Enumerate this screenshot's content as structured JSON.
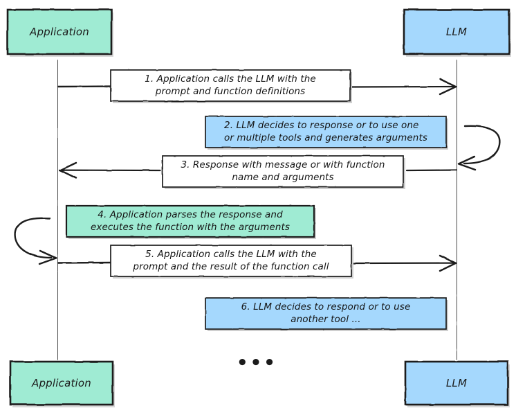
{
  "diagram": {
    "type": "sequence-diagram",
    "title_present": false,
    "style": "hand-drawn",
    "background": "#ffffff",
    "colors": {
      "application_fill": "#9FEBD3",
      "llm_fill": "#A5D8FD",
      "plain_fill": "#FFFFFF",
      "stroke": "#1b1b1b",
      "text": "#141414"
    },
    "participants": [
      {
        "id": "application-top",
        "label": "Application",
        "role": "application",
        "position": "top-left",
        "fill": "#9FEBD3"
      },
      {
        "id": "llm-top",
        "label": "LLM",
        "role": "llm",
        "position": "top-right",
        "fill": "#A5D8FD"
      },
      {
        "id": "application-bottom",
        "label": "Application",
        "role": "application",
        "position": "bottom-left",
        "fill": "#9FEBD3"
      },
      {
        "id": "llm-bottom",
        "label": "LLM",
        "role": "llm",
        "position": "bottom-right",
        "fill": "#A5D8FD"
      }
    ],
    "steps": [
      {
        "number": "1",
        "text": "1. Application calls the LLM with the prompt and function definitions",
        "line1": "1. Application calls the LLM with the",
        "line2": "prompt and function definitions",
        "fill": "#FFFFFF",
        "direction": "application-to-llm",
        "arrow": "right"
      },
      {
        "number": "2",
        "text": "2. LLM decides to response or to use one or multiple tools and generates arguments",
        "line1": "2. LLM decides to response or to use one",
        "line2": "or multiple tools and generates arguments",
        "fill": "#A5D8FD",
        "direction": "llm-self",
        "arrow": "self-loop-right"
      },
      {
        "number": "3",
        "text": "3. Response with message or with function name and arguments",
        "line1": "3. Response with message or with function",
        "line2": "name and arguments",
        "fill": "#FFFFFF",
        "direction": "llm-to-application",
        "arrow": "left"
      },
      {
        "number": "4",
        "text": "4. Application parses the response and executes the function with the arguments",
        "line1": "4. Application parses the response and",
        "line2": "executes the function with the arguments",
        "fill": "#9FEBD3",
        "direction": "application-self",
        "arrow": "self-loop-left"
      },
      {
        "number": "5",
        "text": "5. Application calls the LLM with the prompt and the result of the function call",
        "line1": "5. Application calls the LLM with the",
        "line2": "prompt and the result of the function call",
        "fill": "#FFFFFF",
        "direction": "application-to-llm",
        "arrow": "right"
      },
      {
        "number": "6",
        "text": "6. LLM decides to respond or to use another tool ...",
        "line1": "6. LLM decides to respond or to use",
        "line2": "another tool ...",
        "fill": "#A5D8FD",
        "direction": "llm-self",
        "arrow": "none"
      }
    ],
    "continuation_marker": "•••"
  }
}
